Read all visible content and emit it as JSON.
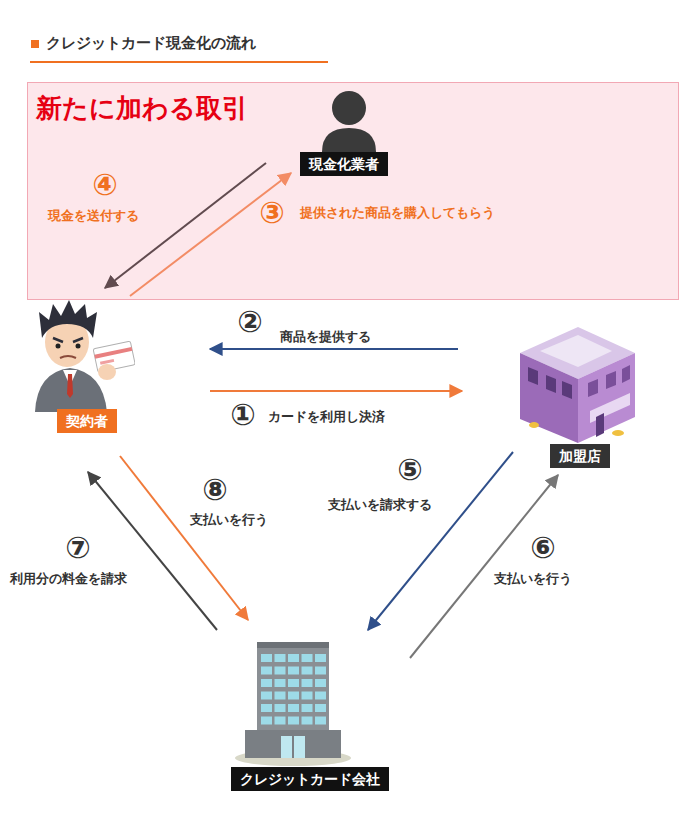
{
  "diagram": {
    "title": "クレジットカード現金化の流れ",
    "nodes": [
      {
        "text": [
          "新たに加わる取引"
        ]
      },
      {
        "text": [
          "現金化業者"
        ],
        "in": 0
      },
      {
        "text": [
          "契約者"
        ]
      },
      {
        "text": [
          "加盟店"
        ]
      },
      {
        "text": [
          "クレジットカード会社"
        ]
      }
    ],
    "edges": [
      {
        "from": 2,
        "to": 1,
        "label": "提供された商品を購入してもらう",
        "arrow": "to"
      },
      {
        "from": 1,
        "to": 2,
        "label": "現金を送付する",
        "arrow": "to"
      },
      {
        "from": 3,
        "to": 2,
        "label": "商品を提供する",
        "arrow": "to"
      },
      {
        "from": 2,
        "to": 3,
        "label": "カードを利用し決済",
        "arrow": "to"
      },
      {
        "from": 3,
        "to": 4,
        "label": "支払いを請求する",
        "arrow": "to"
      },
      {
        "from": 4,
        "to": 3,
        "label": "支払いを行う",
        "arrow": "to"
      },
      {
        "from": 4,
        "to": 2,
        "label": "利用分の料金を請求",
        "arrow": "to"
      },
      {
        "from": 2,
        "to": 4,
        "label": "支払いを行う",
        "arrow": "to"
      }
    ],
    "labels": [
      "①",
      "②",
      "③",
      "④",
      "⑤",
      "⑥",
      "⑦",
      "⑧"
    ]
  }
}
